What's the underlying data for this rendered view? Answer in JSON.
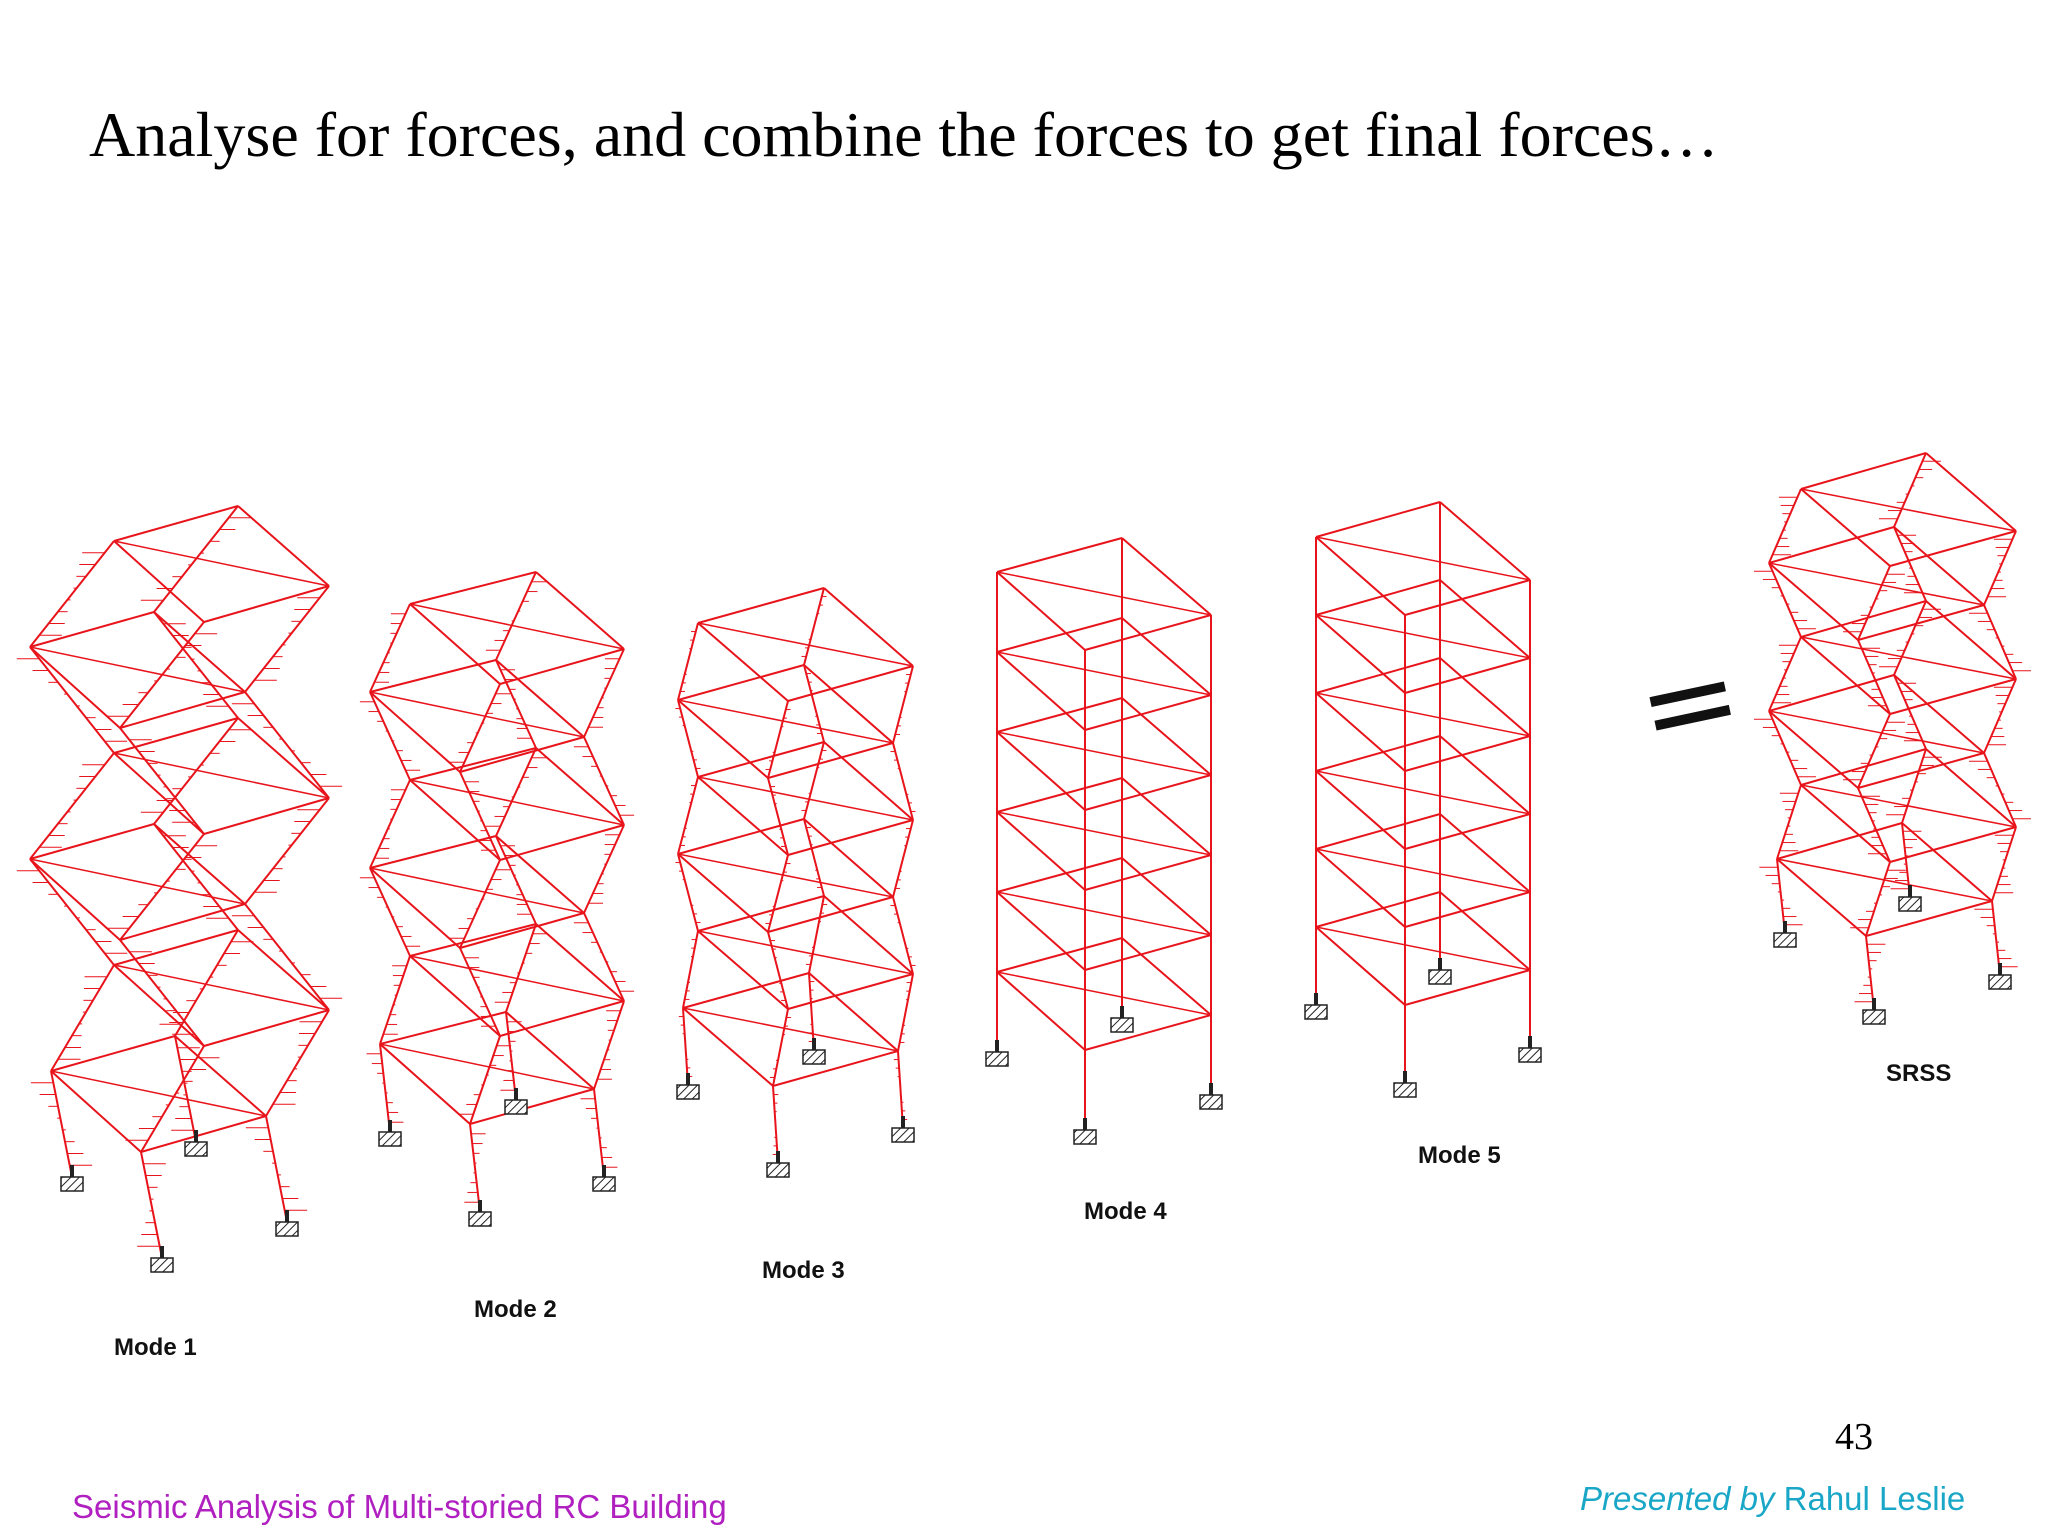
{
  "slide": {
    "title": "Analyse for forces, and combine the forces to get final forces…",
    "page_number": "43",
    "footer_left": "Seismic Analysis of Multi-storied RC Building",
    "footer_right_prefix": "Presented by",
    "footer_right_name": "Rahul Leslie"
  },
  "diagram": {
    "frame_color": "#e8141b",
    "support_color": "#222222",
    "equals_symbol": "=",
    "structures": [
      {
        "id": "mode-1",
        "label": "Mode 1"
      },
      {
        "id": "mode-2",
        "label": "Mode 2"
      },
      {
        "id": "mode-3",
        "label": "Mode 3"
      },
      {
        "id": "mode-4",
        "label": "Mode 4"
      },
      {
        "id": "mode-5",
        "label": "Mode 5"
      },
      {
        "id": "srss",
        "label": "SRSS"
      }
    ]
  }
}
